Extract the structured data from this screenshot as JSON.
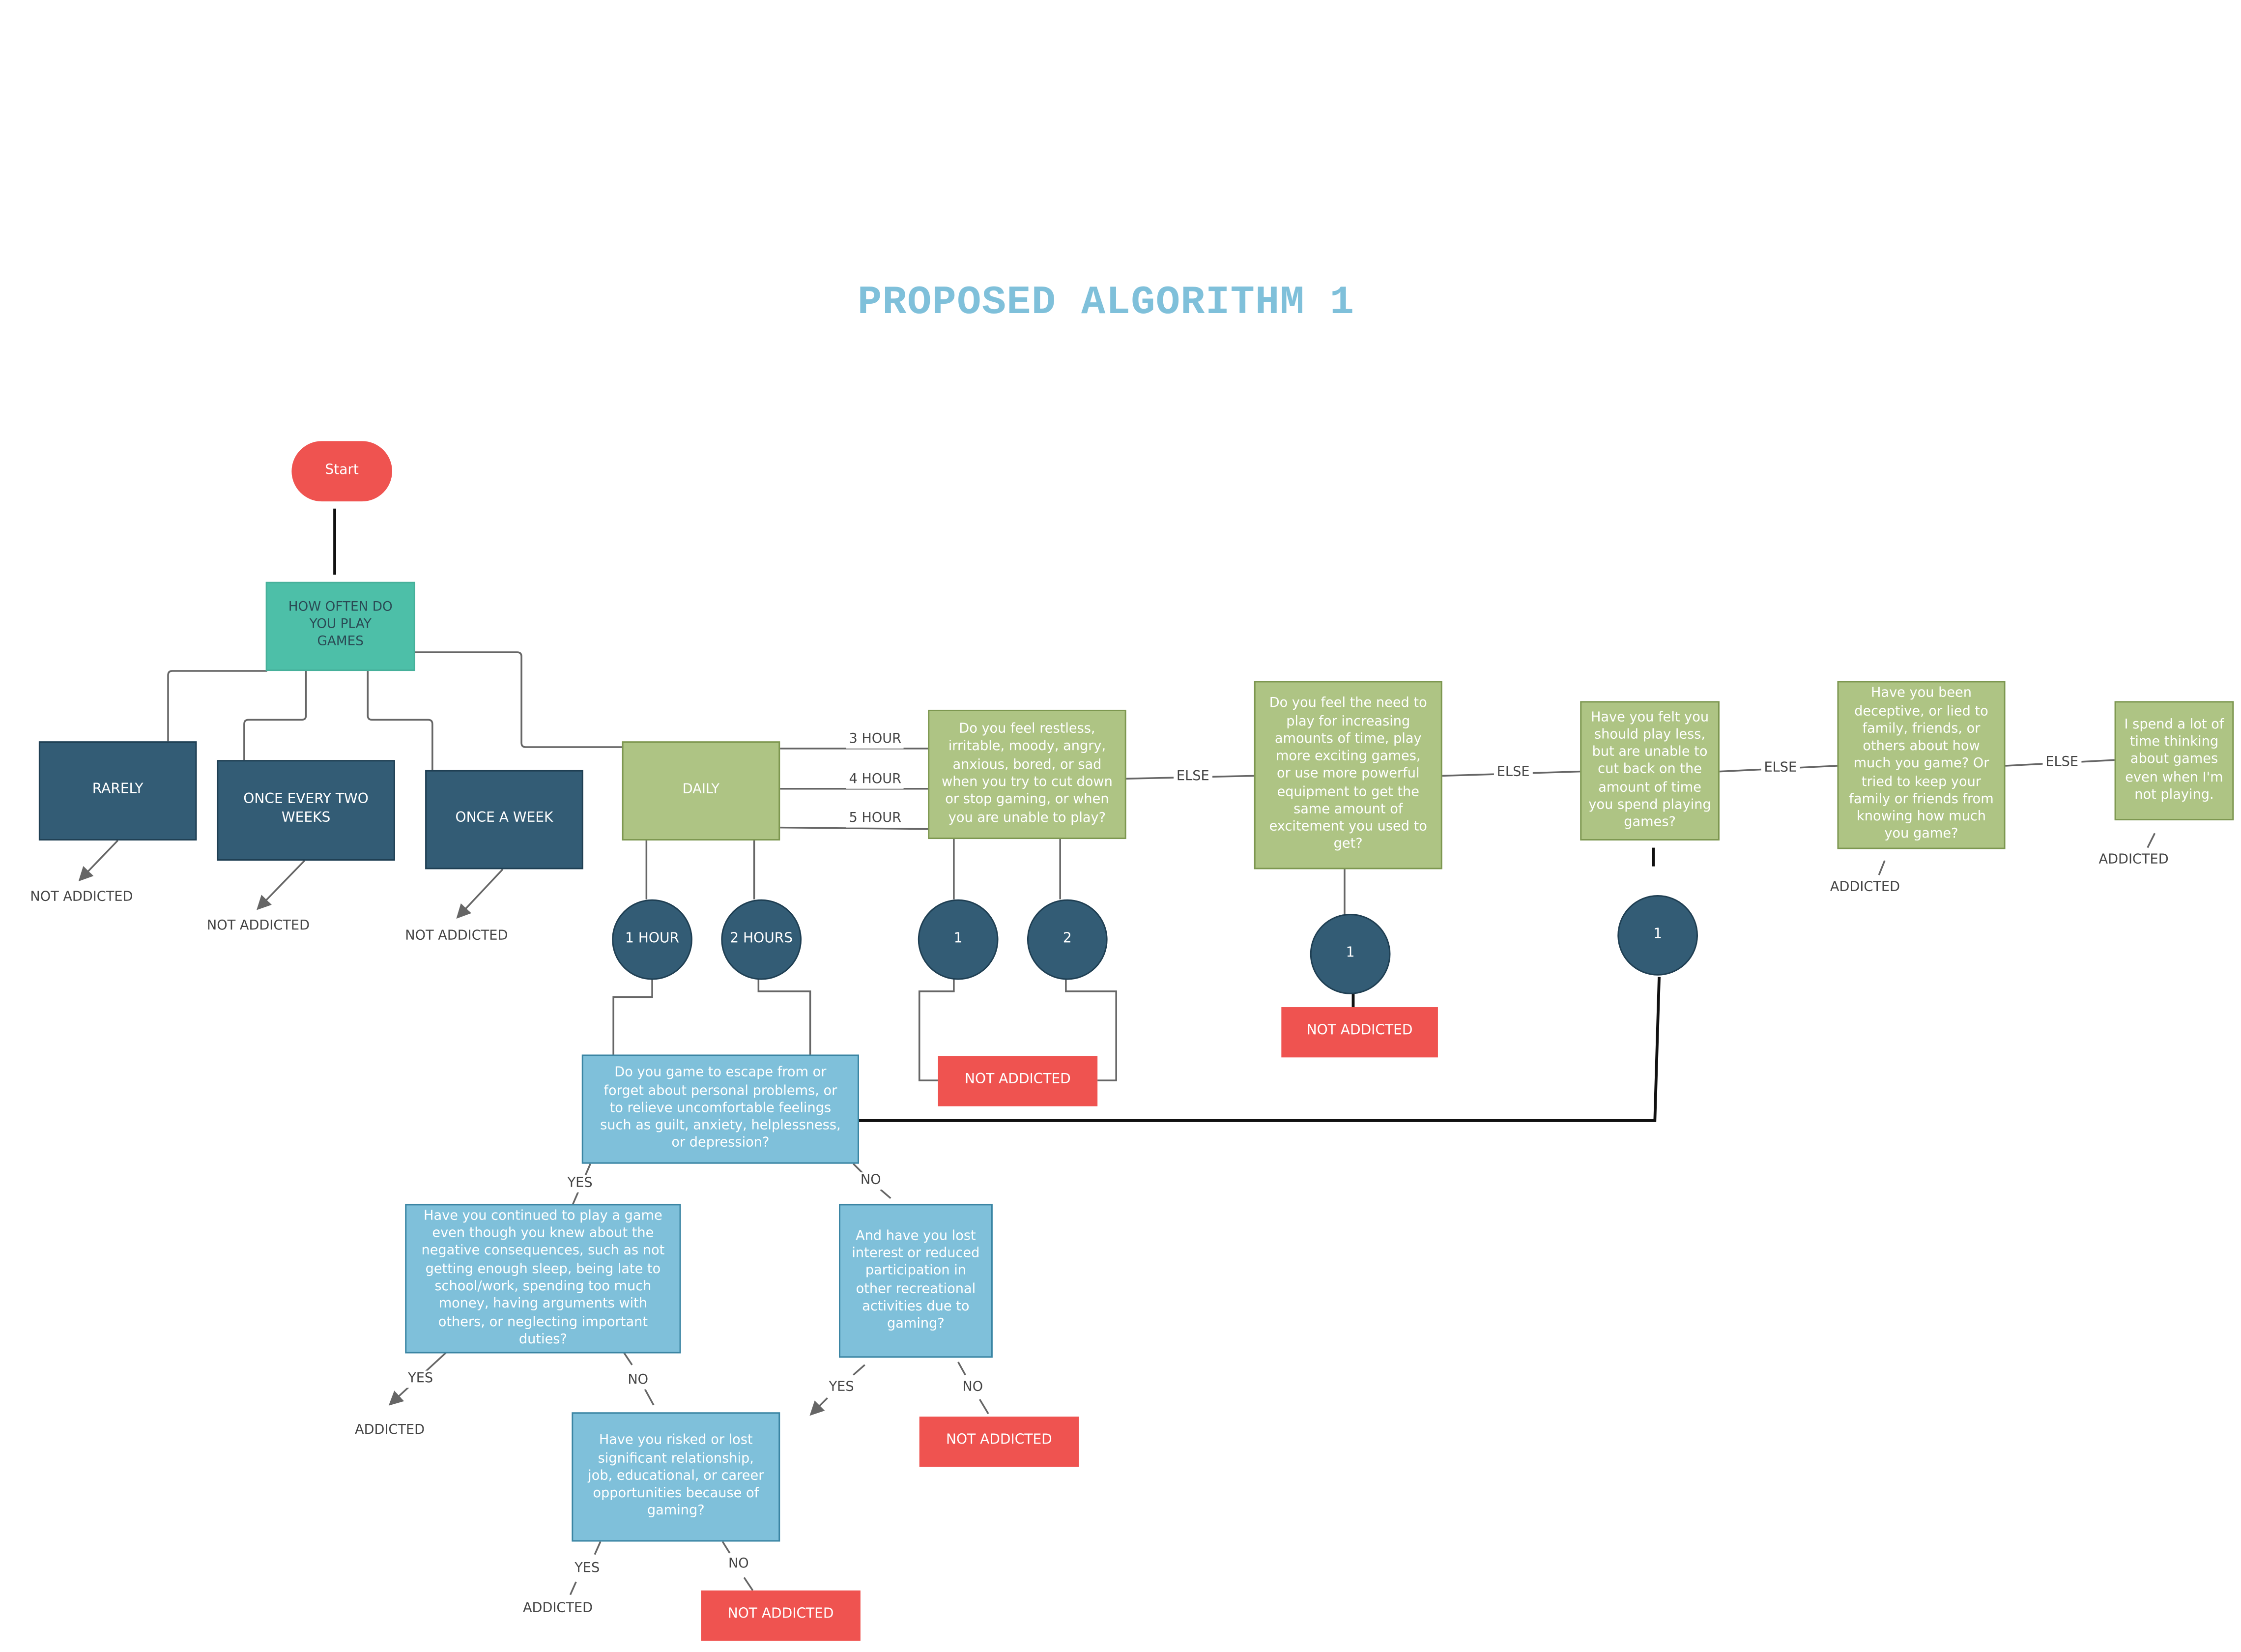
{
  "title": "PROPOSED ALGORITHM 1",
  "colors": {
    "start": "#ef5350",
    "frequency_question": "#4dbfa8",
    "frequency_answer": "#335c75",
    "criteria_question": "#aec484",
    "followup_question": "#7fc0da",
    "not_addicted_terminal": "#ef5350",
    "title": "#7fc0da"
  },
  "nodes": {
    "start": "Start",
    "frequency_question": "HOW OFTEN DO YOU PLAY GAMES",
    "rarely": "RARELY",
    "once_every_two_weeks": "ONCE EVERY TWO WEEKS",
    "once_a_week": "ONCE A WEEK",
    "daily": "DAILY",
    "one_hour": "1 HOUR",
    "two_hours": "2 HOURS",
    "restless_question": "Do you feel restless, irritable, moody, angry, anxious, bored, or sad when you try to cut down or stop gaming, or when you are unable to play?",
    "need_more_question": "Do you feel the need to play for increasing amounts of time, play more exciting games, or use more powerful equipment to get the same amount of excitement you used to get?",
    "play_less_question": "Have you felt you should play less, but are unable to cut back on the amount of time you spend playing games?",
    "deceptive_question": "Have you been deceptive, or lied to family, friends, or others about how much you game? Or tried to keep your family or friends from knowing how much you game?",
    "thinking_question": "I spend a lot of time thinking about games even when I'm not playing.",
    "escape_question": "Do you game to escape from or forget about personal problems, or to relieve uncomfortable feelings such as guilt, anxiety, helplessness, or depression?",
    "consequences_question": "Have you continued to play a game even though you knew about the negative consequences, such as not getting enough sleep, being late to school/work, spending too much money, having arguments with others, or neglecting important duties?",
    "lost_interest_question": "And have you lost interest or reduced participation in other recreational activities due to gaming?",
    "risked_question": "Have you risked or lost significant relationship, job, educational, or career opportunities because of gaming?",
    "count_1a": "1",
    "count_2": "2",
    "count_1b": "1",
    "count_1c": "1"
  },
  "terminals": {
    "not_addicted_restless": "NOT ADDICTED",
    "not_addicted_need_more": "NOT ADDICTED",
    "not_addicted_lost_interest": "NOT ADDICTED",
    "not_addicted_risked": "NOT ADDICTED"
  },
  "outcomes": {
    "rarely": "NOT ADDICTED",
    "once_every_two_weeks": "NOT ADDICTED",
    "once_a_week": "NOT ADDICTED",
    "consequences_yes": "ADDICTED",
    "risked_yes": "ADDICTED",
    "deceptive": "ADDICTED",
    "thinking": "ADDICTED"
  },
  "edge_labels": {
    "three_hour": "3 HOUR",
    "four_hour": "4 HOUR",
    "five_hour": "5 HOUR",
    "else_1": "ELSE",
    "else_2": "ELSE",
    "else_3": "ELSE",
    "else_4": "ELSE",
    "escape_yes": "YES",
    "escape_no": "NO",
    "consequences_yes": "YES",
    "consequences_no": "NO",
    "lost_interest_yes": "YES",
    "lost_interest_no": "NO",
    "risked_yes": "YES",
    "risked_no": "NO"
  }
}
